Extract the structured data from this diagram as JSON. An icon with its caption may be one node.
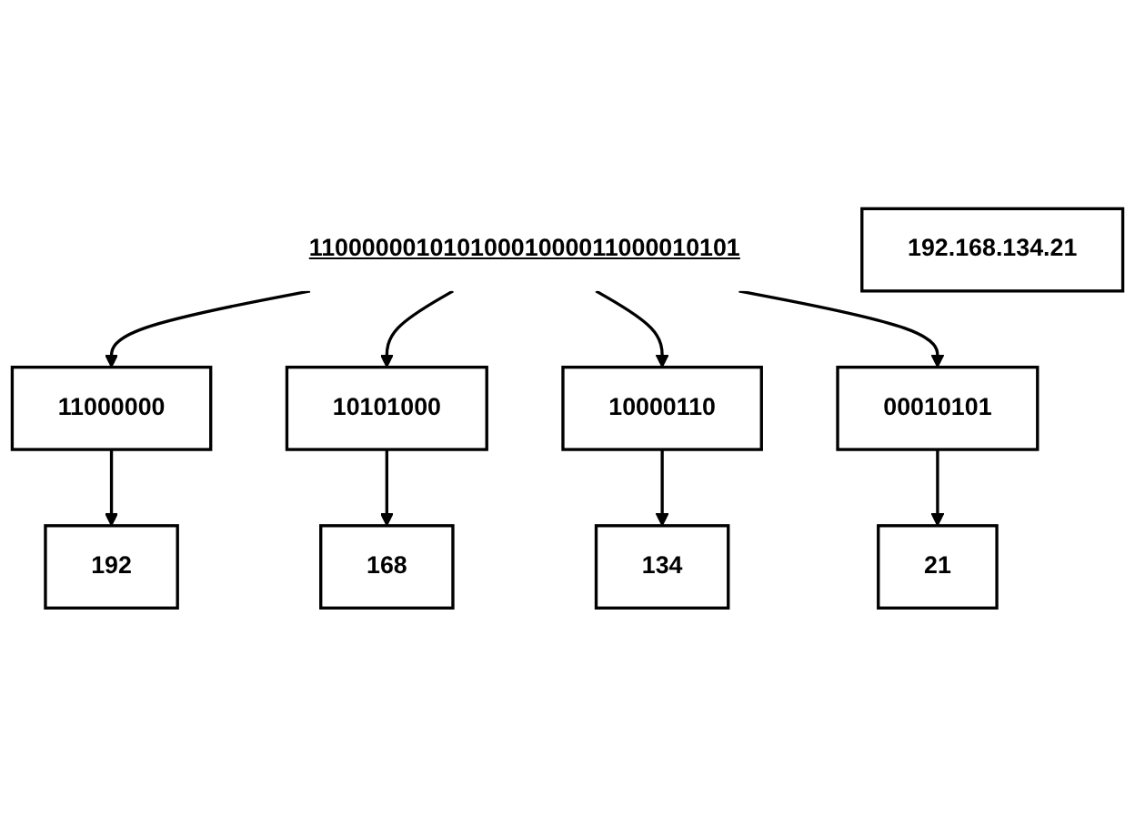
{
  "diagram": {
    "nodes": [
      {
        "text": [
          "11000000101010001000011000010101"
        ]
      },
      {
        "text": [
          "11000000"
        ]
      },
      {
        "text": [
          "10101000"
        ]
      },
      {
        "text": [
          "10000110"
        ]
      },
      {
        "text": [
          "00010101"
        ]
      },
      {
        "text": [
          "192"
        ]
      },
      {
        "text": [
          "168"
        ]
      },
      {
        "text": [
          "134"
        ]
      },
      {
        "text": [
          "21"
        ]
      },
      {
        "text": [
          "192.168.134.21"
        ]
      }
    ],
    "edges": [
      {
        "from": 0,
        "to": 1,
        "arrow": "to"
      },
      {
        "from": 0,
        "to": 2,
        "arrow": "to"
      },
      {
        "from": 0,
        "to": 3,
        "arrow": "to"
      },
      {
        "from": 0,
        "to": 4,
        "arrow": "to"
      },
      {
        "from": 1,
        "to": 5,
        "arrow": "to"
      },
      {
        "from": 2,
        "to": 6,
        "arrow": "to"
      },
      {
        "from": 3,
        "to": 7,
        "arrow": "to"
      },
      {
        "from": 4,
        "to": 8,
        "arrow": "to"
      }
    ]
  }
}
